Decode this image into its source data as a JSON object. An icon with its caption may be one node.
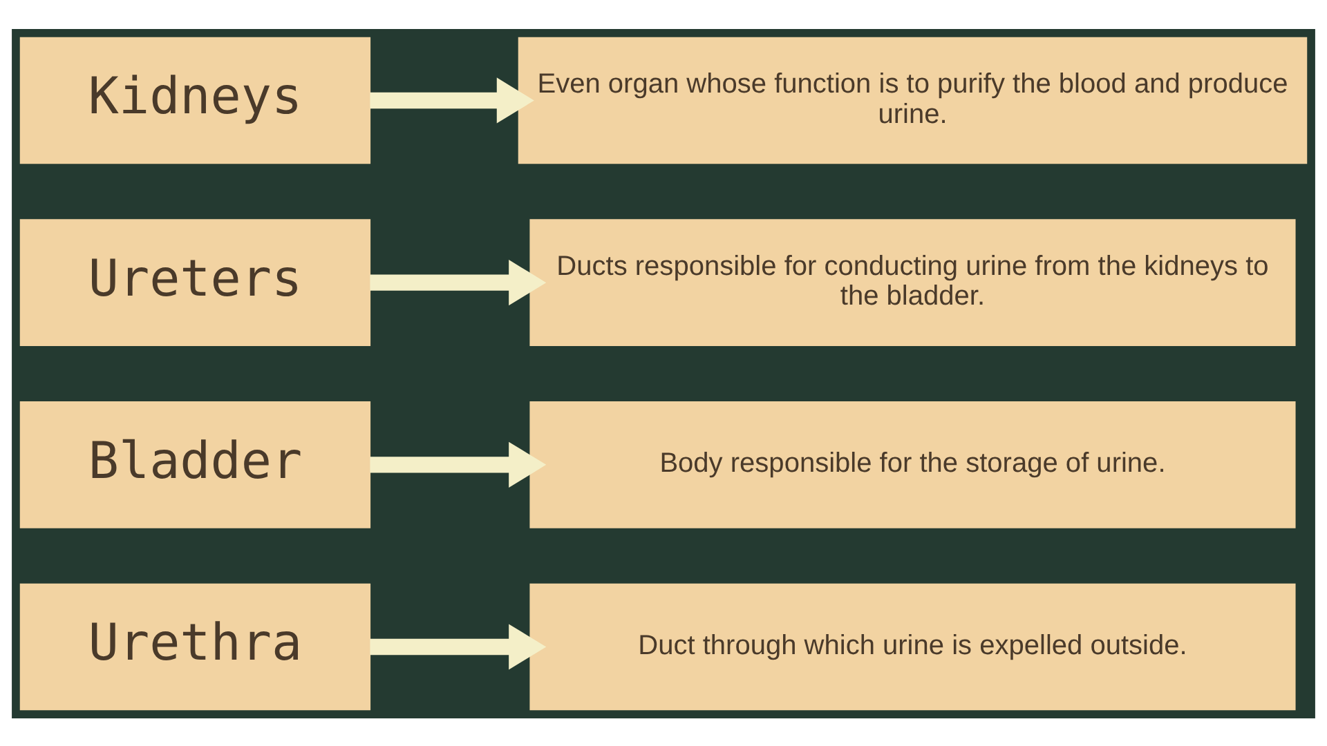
{
  "diagram": {
    "nodes": [
      {
        "text": [
          "Kidneys"
        ]
      },
      {
        "text": [
          "Even organ whose function is to purify the blood and produce urine."
        ]
      },
      {
        "text": [
          "Ureters"
        ]
      },
      {
        "text": [
          "Ducts responsible for conducting urine from the kidneys to the bladder."
        ]
      },
      {
        "text": [
          "Bladder"
        ]
      },
      {
        "text": [
          "Body responsible for the storage of urine."
        ]
      },
      {
        "text": [
          "Urethra"
        ]
      },
      {
        "text": [
          "Duct through which urine is expelled outside."
        ]
      }
    ],
    "edges": [
      {
        "from": 0,
        "to": 1,
        "arrow": "to"
      },
      {
        "from": 2,
        "to": 3,
        "arrow": "to"
      },
      {
        "from": 4,
        "to": 5,
        "arrow": "to"
      },
      {
        "from": 6,
        "to": 7,
        "arrow": "to"
      }
    ]
  }
}
